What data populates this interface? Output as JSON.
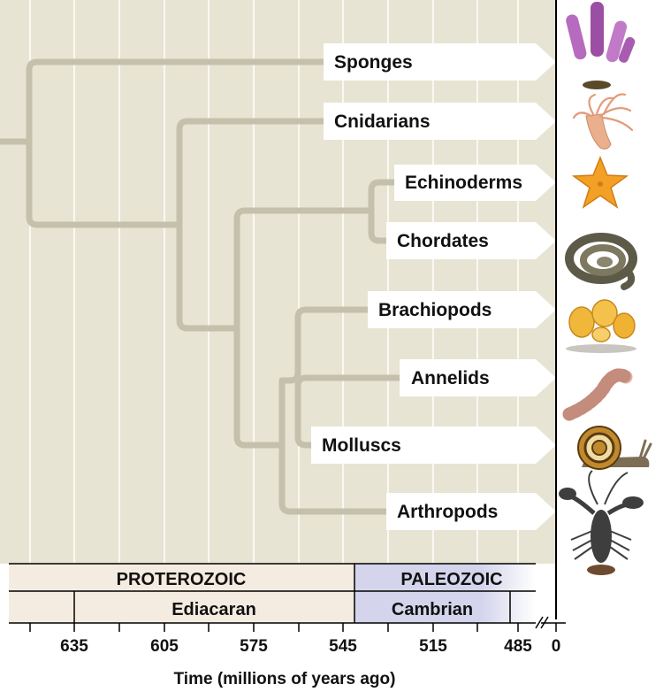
{
  "taxa": [
    {
      "label": "Sponges",
      "icon": "sponge-icon"
    },
    {
      "label": "Cnidarians",
      "icon": "cnidarian-icon"
    },
    {
      "label": "Echinoderms",
      "icon": "starfish-icon"
    },
    {
      "label": "Chordates",
      "icon": "snake-icon"
    },
    {
      "label": "Brachiopods",
      "icon": "brachiopod-icon"
    },
    {
      "label": "Annelids",
      "icon": "worm-icon"
    },
    {
      "label": "Molluscs",
      "icon": "snail-icon"
    },
    {
      "label": "Arthropods",
      "icon": "lobster-icon"
    }
  ],
  "timescale": {
    "eons": {
      "proterozoic": "PROTEROZOIC",
      "paleozoic": "PALEOZOIC"
    },
    "periods": {
      "ediacaran": "Ediacaran",
      "cambrian": "Cambrian"
    },
    "tick_labels": [
      "635",
      "605",
      "575",
      "545",
      "515",
      "485",
      "0"
    ],
    "axis_title": "Time (millions of years ago)"
  },
  "colors": {
    "panel_bg": "#e8e4d3",
    "grid": "#ffffff",
    "branch": "#c4c0ac",
    "proterozoic_bg": "#f4ece0",
    "paleozoic_bg": "#d4d4ec"
  }
}
